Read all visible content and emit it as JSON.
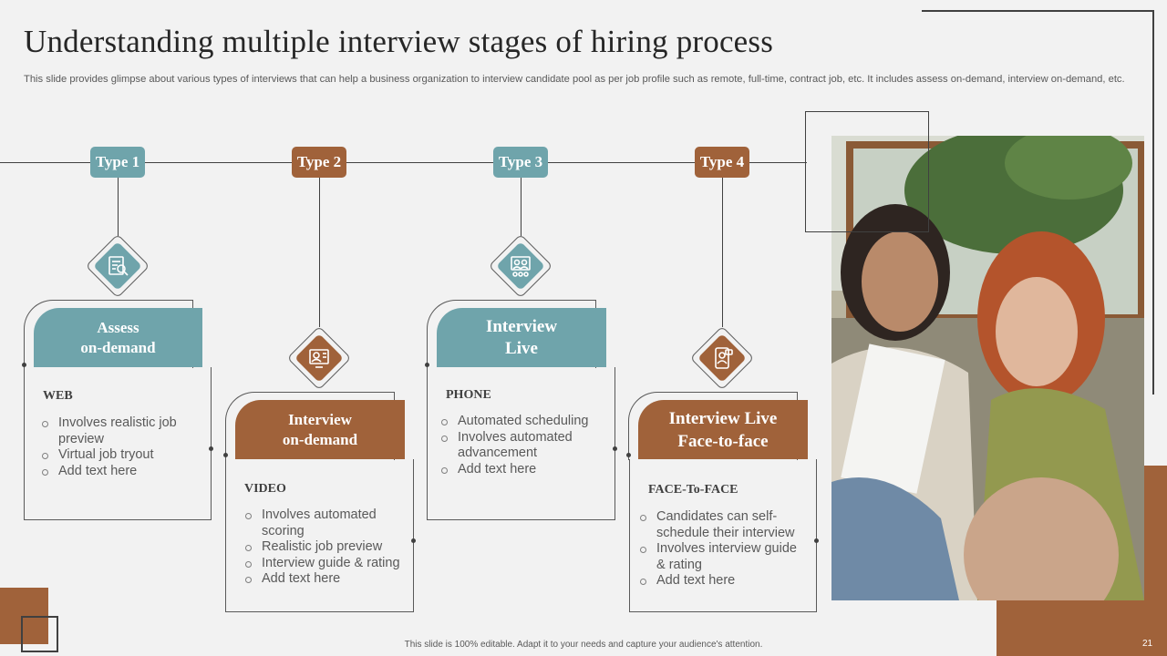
{
  "title": "Understanding multiple interview stages of hiring process",
  "subtitle": "This slide provides glimpse about various types of interviews that can help a business organization to interview candidate pool as per job profile such as remote, full-time, contract job, etc. It includes assess on-demand, interview on-demand, etc.",
  "colors": {
    "teal": "#6fa4ab",
    "brown": "#a0623a",
    "background": "#f2f2f2"
  },
  "types": [
    {
      "badge": "Type 1",
      "icon": "document-search-icon",
      "heading_line1": "Assess",
      "heading_line2": "on-demand",
      "section": "WEB",
      "items": [
        "Involves realistic job preview",
        "Virtual job tryout",
        "Add text here"
      ]
    },
    {
      "badge": "Type 2",
      "icon": "video-profile-icon",
      "heading_line1": "Interview",
      "heading_line2": "on-demand",
      "section": "VIDEO",
      "items": [
        "Involves automated scoring",
        "Realistic job preview",
        "Interview guide & rating",
        "Add text here"
      ]
    },
    {
      "badge": "Type 3",
      "icon": "live-meeting-icon",
      "heading_line1": "Interview",
      "heading_line2": "Live",
      "section": "PHONE",
      "items": [
        "Automated scheduling",
        "Involves automated advancement",
        "Add text here"
      ]
    },
    {
      "badge": "Type 4",
      "icon": "phone-person-icon",
      "heading_line1": "Interview Live",
      "heading_line2": "Face-to-face",
      "section": "FACE-To-FACE",
      "items": [
        "Candidates can self-schedule their interview",
        "Involves interview guide & rating",
        "Add text here"
      ]
    }
  ],
  "footer": "This slide is 100% editable. Adapt it to your needs and capture your audience's attention.",
  "page_number": "21"
}
